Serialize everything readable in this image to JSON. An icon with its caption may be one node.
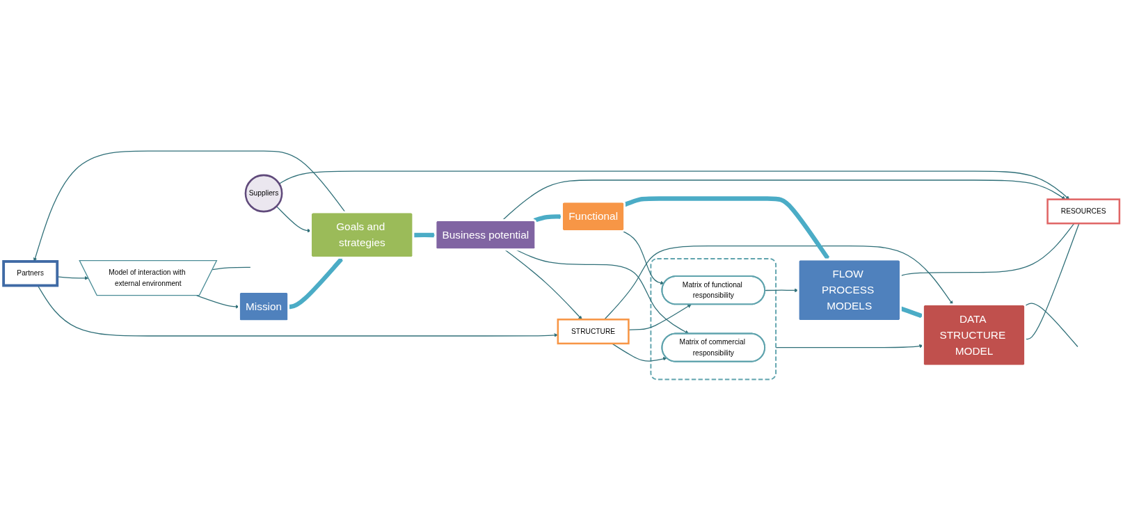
{
  "diagram": {
    "nodes": [
      {
        "text": [
          "Partners"
        ]
      },
      {
        "text": [
          "STRUCTURE"
        ]
      },
      {
        "text": [
          "Model of interaction with external environment"
        ]
      },
      {
        "text": [],
        "shape": "box"
      },
      {
        "text": [
          "Matrix of commercial responsibility"
        ],
        "in": 3
      },
      {
        "text": [
          "Matrix of functional responsibility"
        ],
        "in": 3
      },
      {
        "text": [
          "Mission"
        ]
      },
      {
        "text": [
          "Goals and strategies"
        ]
      },
      {
        "text": [
          "Business potential"
        ]
      },
      {
        "text": [
          "Functional"
        ]
      },
      {
        "text": [
          "FLOW PROCESS MODELS"
        ]
      },
      {
        "text": [
          "DATA STRUCTURE MODEL"
        ]
      },
      {
        "text": [
          "Suppliers"
        ]
      },
      {
        "text": [
          "RESOURCES"
        ]
      }
    ],
    "edges": [
      {
        "from": 0,
        "to": 1,
        "arrow": "to"
      },
      {
        "from": 0,
        "to": 2,
        "arrow": "to"
      },
      {
        "from": 2,
        "to": 6,
        "arrow": "to"
      },
      {
        "from": 7,
        "to": 0,
        "arrow": "to"
      },
      {
        "from": 1,
        "to": 4,
        "arrow": "to"
      },
      {
        "from": 1,
        "to": 5,
        "arrow": "to"
      },
      {
        "from": 8,
        "to": 1,
        "arrow": "to"
      },
      {
        "from": 8,
        "to": 4,
        "arrow": "to"
      },
      {
        "from": 9,
        "to": 5,
        "arrow": "to"
      },
      {
        "from": 1,
        "to": 11,
        "arrow": "to"
      },
      {
        "from": 5,
        "to": 10,
        "arrow": "to"
      },
      {
        "from": 3,
        "to": 11,
        "arrow": "to"
      },
      {
        "from": 6,
        "to": 7,
        "arrow": "to",
        "style": "thick",
        "color": "#4bacc6"
      },
      {
        "from": 7,
        "to": 8,
        "arrow": "to",
        "style": "thick",
        "color": "#4bacc6"
      },
      {
        "from": 8,
        "to": 9,
        "arrow": "to",
        "style": "thick",
        "color": "#4bacc6"
      },
      {
        "from": 9,
        "to": 10,
        "arrow": "to",
        "style": "thick",
        "color": "#4bacc6"
      },
      {
        "from": 10,
        "to": 11,
        "arrow": "to",
        "style": "thick",
        "color": "#4bacc6"
      },
      {
        "from": 12,
        "to": 7,
        "arrow": "to"
      },
      {
        "from": 12,
        "to": 13,
        "arrow": "to"
      },
      {
        "from": 8,
        "to": 13,
        "arrow": "to"
      },
      {
        "from": 10,
        "to": 13,
        "arrow": "none"
      },
      {
        "from": 11,
        "to": 13,
        "arrow": "none"
      },
      {
        "from": 2,
        "to": null,
        "arrow": "none"
      },
      {
        "from": 11,
        "to": null,
        "arrow": "none"
      }
    ]
  }
}
